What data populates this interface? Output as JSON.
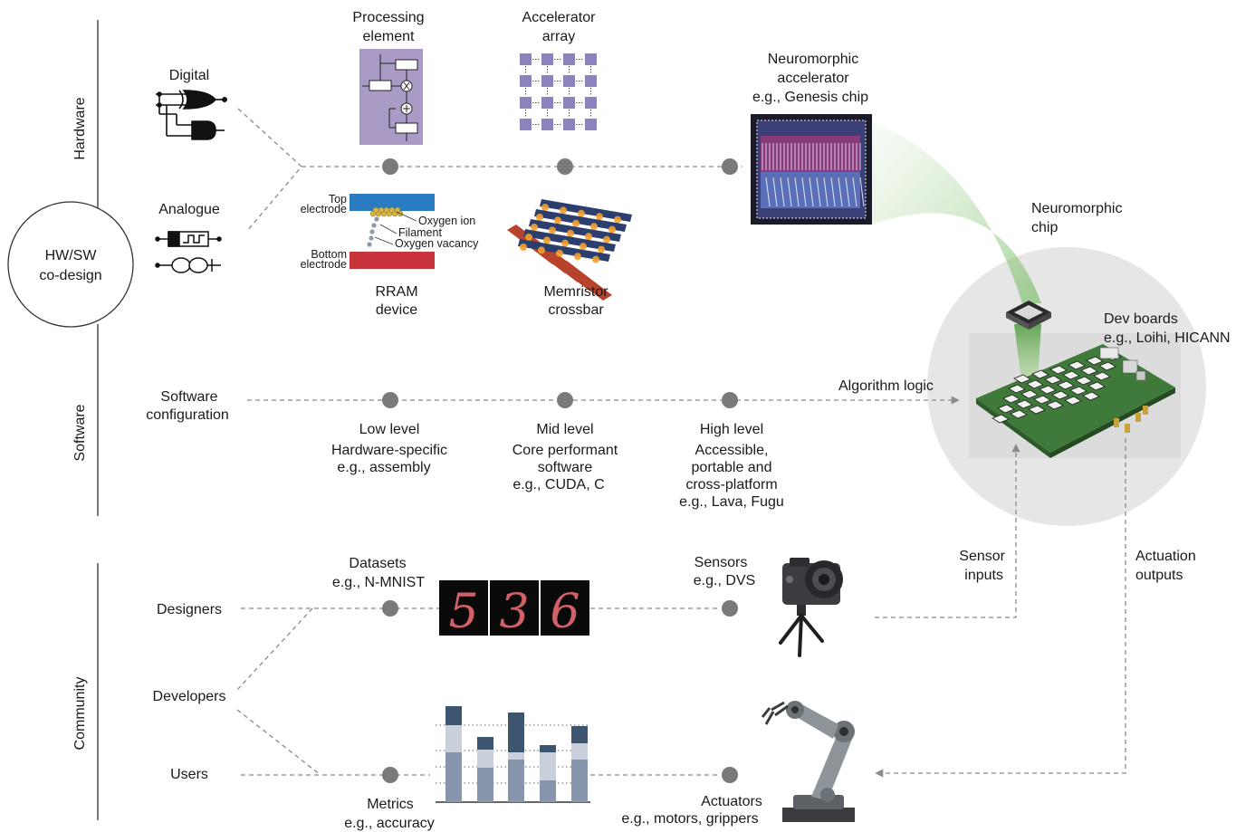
{
  "center_label": [
    "HW/SW",
    "co-design"
  ],
  "sections": {
    "hardware": "Hardware",
    "software": "Software",
    "community": "Community"
  },
  "hardware": {
    "digital": "Digital",
    "analogue": "Analogue",
    "processing_element": [
      "Processing",
      "element"
    ],
    "accelerator_array": [
      "Accelerator",
      "array"
    ],
    "neuromorphic_accelerator": [
      "Neuromorphic",
      "accelerator",
      "e.g., Genesis chip"
    ],
    "rram": {
      "top_electrode": [
        "Top",
        "electrode"
      ],
      "oxygen_ion": "Oxygen ion",
      "filament": "Filament",
      "oxygen_vacancy": "Oxygen vacancy",
      "bottom_electrode": [
        "Bottom",
        "electrode"
      ],
      "caption": [
        "RRAM",
        "device"
      ]
    },
    "memristor": [
      "Memristor",
      "crossbar"
    ]
  },
  "chip": {
    "neuromorphic_chip": [
      "Neuromorphic",
      "chip"
    ],
    "dev_boards": [
      "Dev boards",
      "e.g., Loihi, HICANN"
    ],
    "algorithm_logic": "Algorithm logic",
    "sensor_inputs": [
      "Sensor",
      "inputs"
    ],
    "actuation_outputs": [
      "Actuation",
      "outputs"
    ]
  },
  "software": {
    "config": [
      "Software",
      "configuration"
    ],
    "low": [
      "Low level",
      "Hardware-specific",
      "e.g., assembly"
    ],
    "mid": [
      "Mid level",
      "Core performant",
      "software",
      "e.g., CUDA, C"
    ],
    "high": [
      "High level",
      "Accessible,",
      "portable and",
      "cross-platform",
      "e.g., Lava, Fugu"
    ]
  },
  "community": {
    "designers": "Designers",
    "developers": "Developers",
    "users": "Users",
    "datasets": [
      "Datasets",
      "e.g., N-MNIST"
    ],
    "digits": [
      "5",
      "3",
      "6"
    ],
    "sensors": [
      "Sensors",
      "e.g., DVS"
    ],
    "metrics": [
      "Metrics",
      "e.g., accuracy"
    ],
    "actuators": [
      "Actuators",
      "e.g., motors, grippers"
    ]
  },
  "colors": {
    "lines": "#8a8a8a",
    "nodes": "#7a7a7a",
    "pe_bg": "#a99ac6",
    "array_cell": "#8c83bd",
    "electrode_top": "#2a7bbf",
    "electrode_bottom": "#c8343a",
    "chip_green": "#8cc47a",
    "board_green": "#3f7a3a",
    "bar_dark": "#3e5570",
    "bar_mid": "#8796ad",
    "bar_light": "#c9d0dc"
  }
}
